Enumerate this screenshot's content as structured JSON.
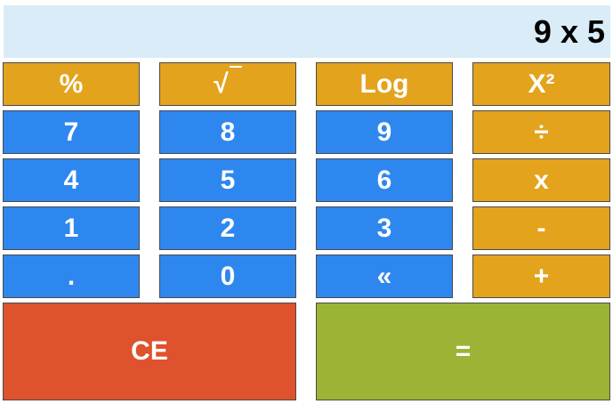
{
  "display": {
    "expression": "9 x 5"
  },
  "keys": {
    "percent": "%",
    "sqrt": "√",
    "log": "Log",
    "square": "X²",
    "seven": "7",
    "eight": "8",
    "nine": "9",
    "divide": "÷",
    "four": "4",
    "five": "5",
    "six": "6",
    "multiply": "x",
    "one": "1",
    "two": "2",
    "three": "3",
    "minus": "-",
    "dot": ".",
    "zero": "0",
    "backspace": "«",
    "plus": "+",
    "clear": "CE",
    "equals": "="
  },
  "colors": {
    "operator": "#e3a31c",
    "number": "#2e87ee",
    "clear": "#de522d",
    "equals": "#9bb435",
    "display_bg": "#d9ecf8"
  }
}
